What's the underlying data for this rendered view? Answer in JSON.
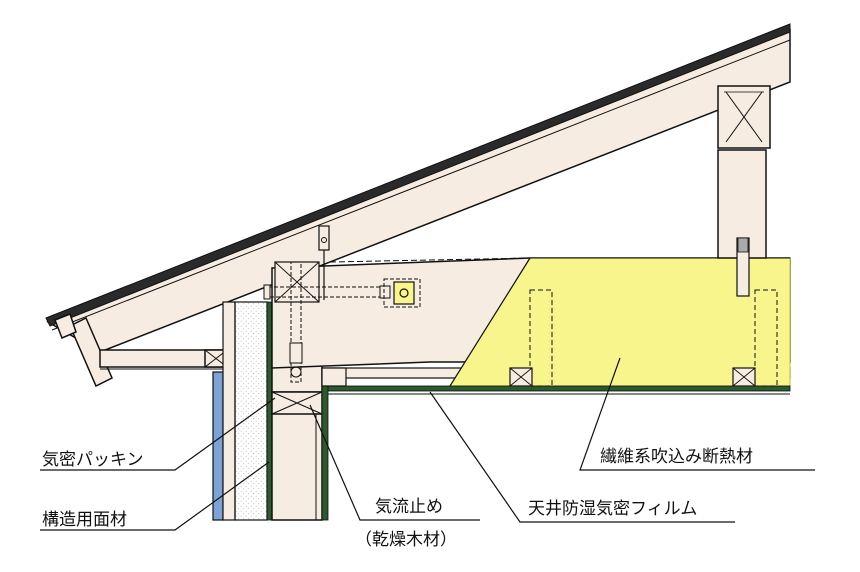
{
  "labels": {
    "airtight_packing": "気密パッキン",
    "structural_panel": "構造用面材",
    "airflow_stop": "気流止め",
    "dry_lumber": "（乾燥木材）",
    "ceiling_film": "天井防湿気密フィルム",
    "fiber_insulation": "繊維系吹込み断熱材"
  },
  "colors": {
    "wood": "#f7ece1",
    "insulation": "#f7f58c",
    "line": "#111111",
    "board_green": "#2c5a2c",
    "exterior_blue": "#7da3d6",
    "eave_dark": "#2a2a2a"
  }
}
